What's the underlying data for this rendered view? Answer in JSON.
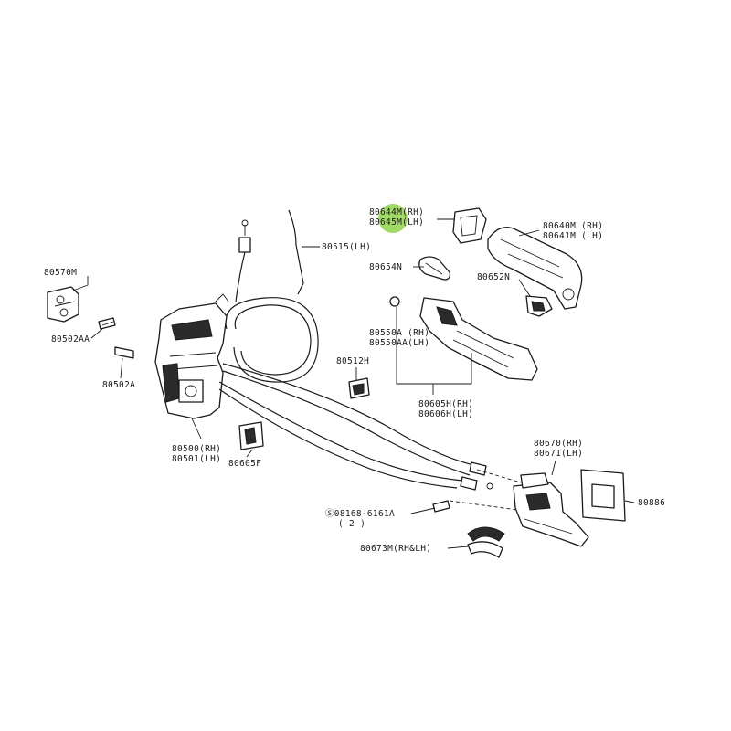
{
  "diagram": {
    "highlight_color": "#8fd44a",
    "labels": {
      "l80570M": "80570M",
      "l80502AA": "80502AA",
      "l80502A": "80502A",
      "l80515": "80515(LH)",
      "l80500": "80500(RH)",
      "l80501": "80501(LH)",
      "l80605F": "80605F",
      "l80512H": "80512H",
      "l80644M": "80644M(RH)",
      "l80645M": "80645M(LH)",
      "l80640M": "80640M (RH)",
      "l80641M": "80641M (LH)",
      "l80654N": "80654N",
      "l80652N": "80652N",
      "l80550A": "80550A (RH)",
      "l80550AA": "80550AA(LH)",
      "l80605H": "80605H(RH)",
      "l80606H": "80606H(LH)",
      "l80670": "80670(RH)",
      "l80671": "80671(LH)",
      "l80886": "80886",
      "l08168": "Ⓢ08168-6161A",
      "l08168q": "( 2 )",
      "l80673M": "80673M(RH&LH)"
    }
  }
}
